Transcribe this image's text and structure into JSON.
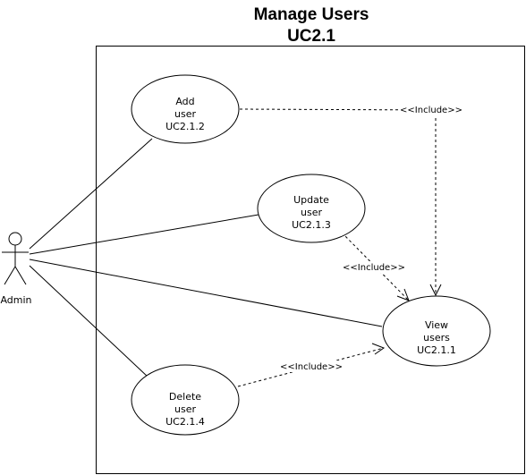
{
  "title": {
    "line1": "Manage Users",
    "line2": "UC2.1"
  },
  "actor": {
    "label": "Admin"
  },
  "use_cases": {
    "add": {
      "line1": "Add",
      "line2": "user",
      "line3": "UC2.1.2"
    },
    "update": {
      "line1": "Update",
      "line2": "user",
      "line3": "UC2.1.3"
    },
    "view": {
      "line1": "View",
      "line2": "users",
      "line3": "UC2.1.1"
    },
    "delete": {
      "line1": "Delete",
      "line2": "user",
      "line3": "UC2.1.4"
    }
  },
  "relations": {
    "add_include": "<<Include>>",
    "update_include": "<<Include>>",
    "delete_include": "<<Include>>"
  },
  "colors": {
    "line": "#000000",
    "background": "#ffffff"
  }
}
